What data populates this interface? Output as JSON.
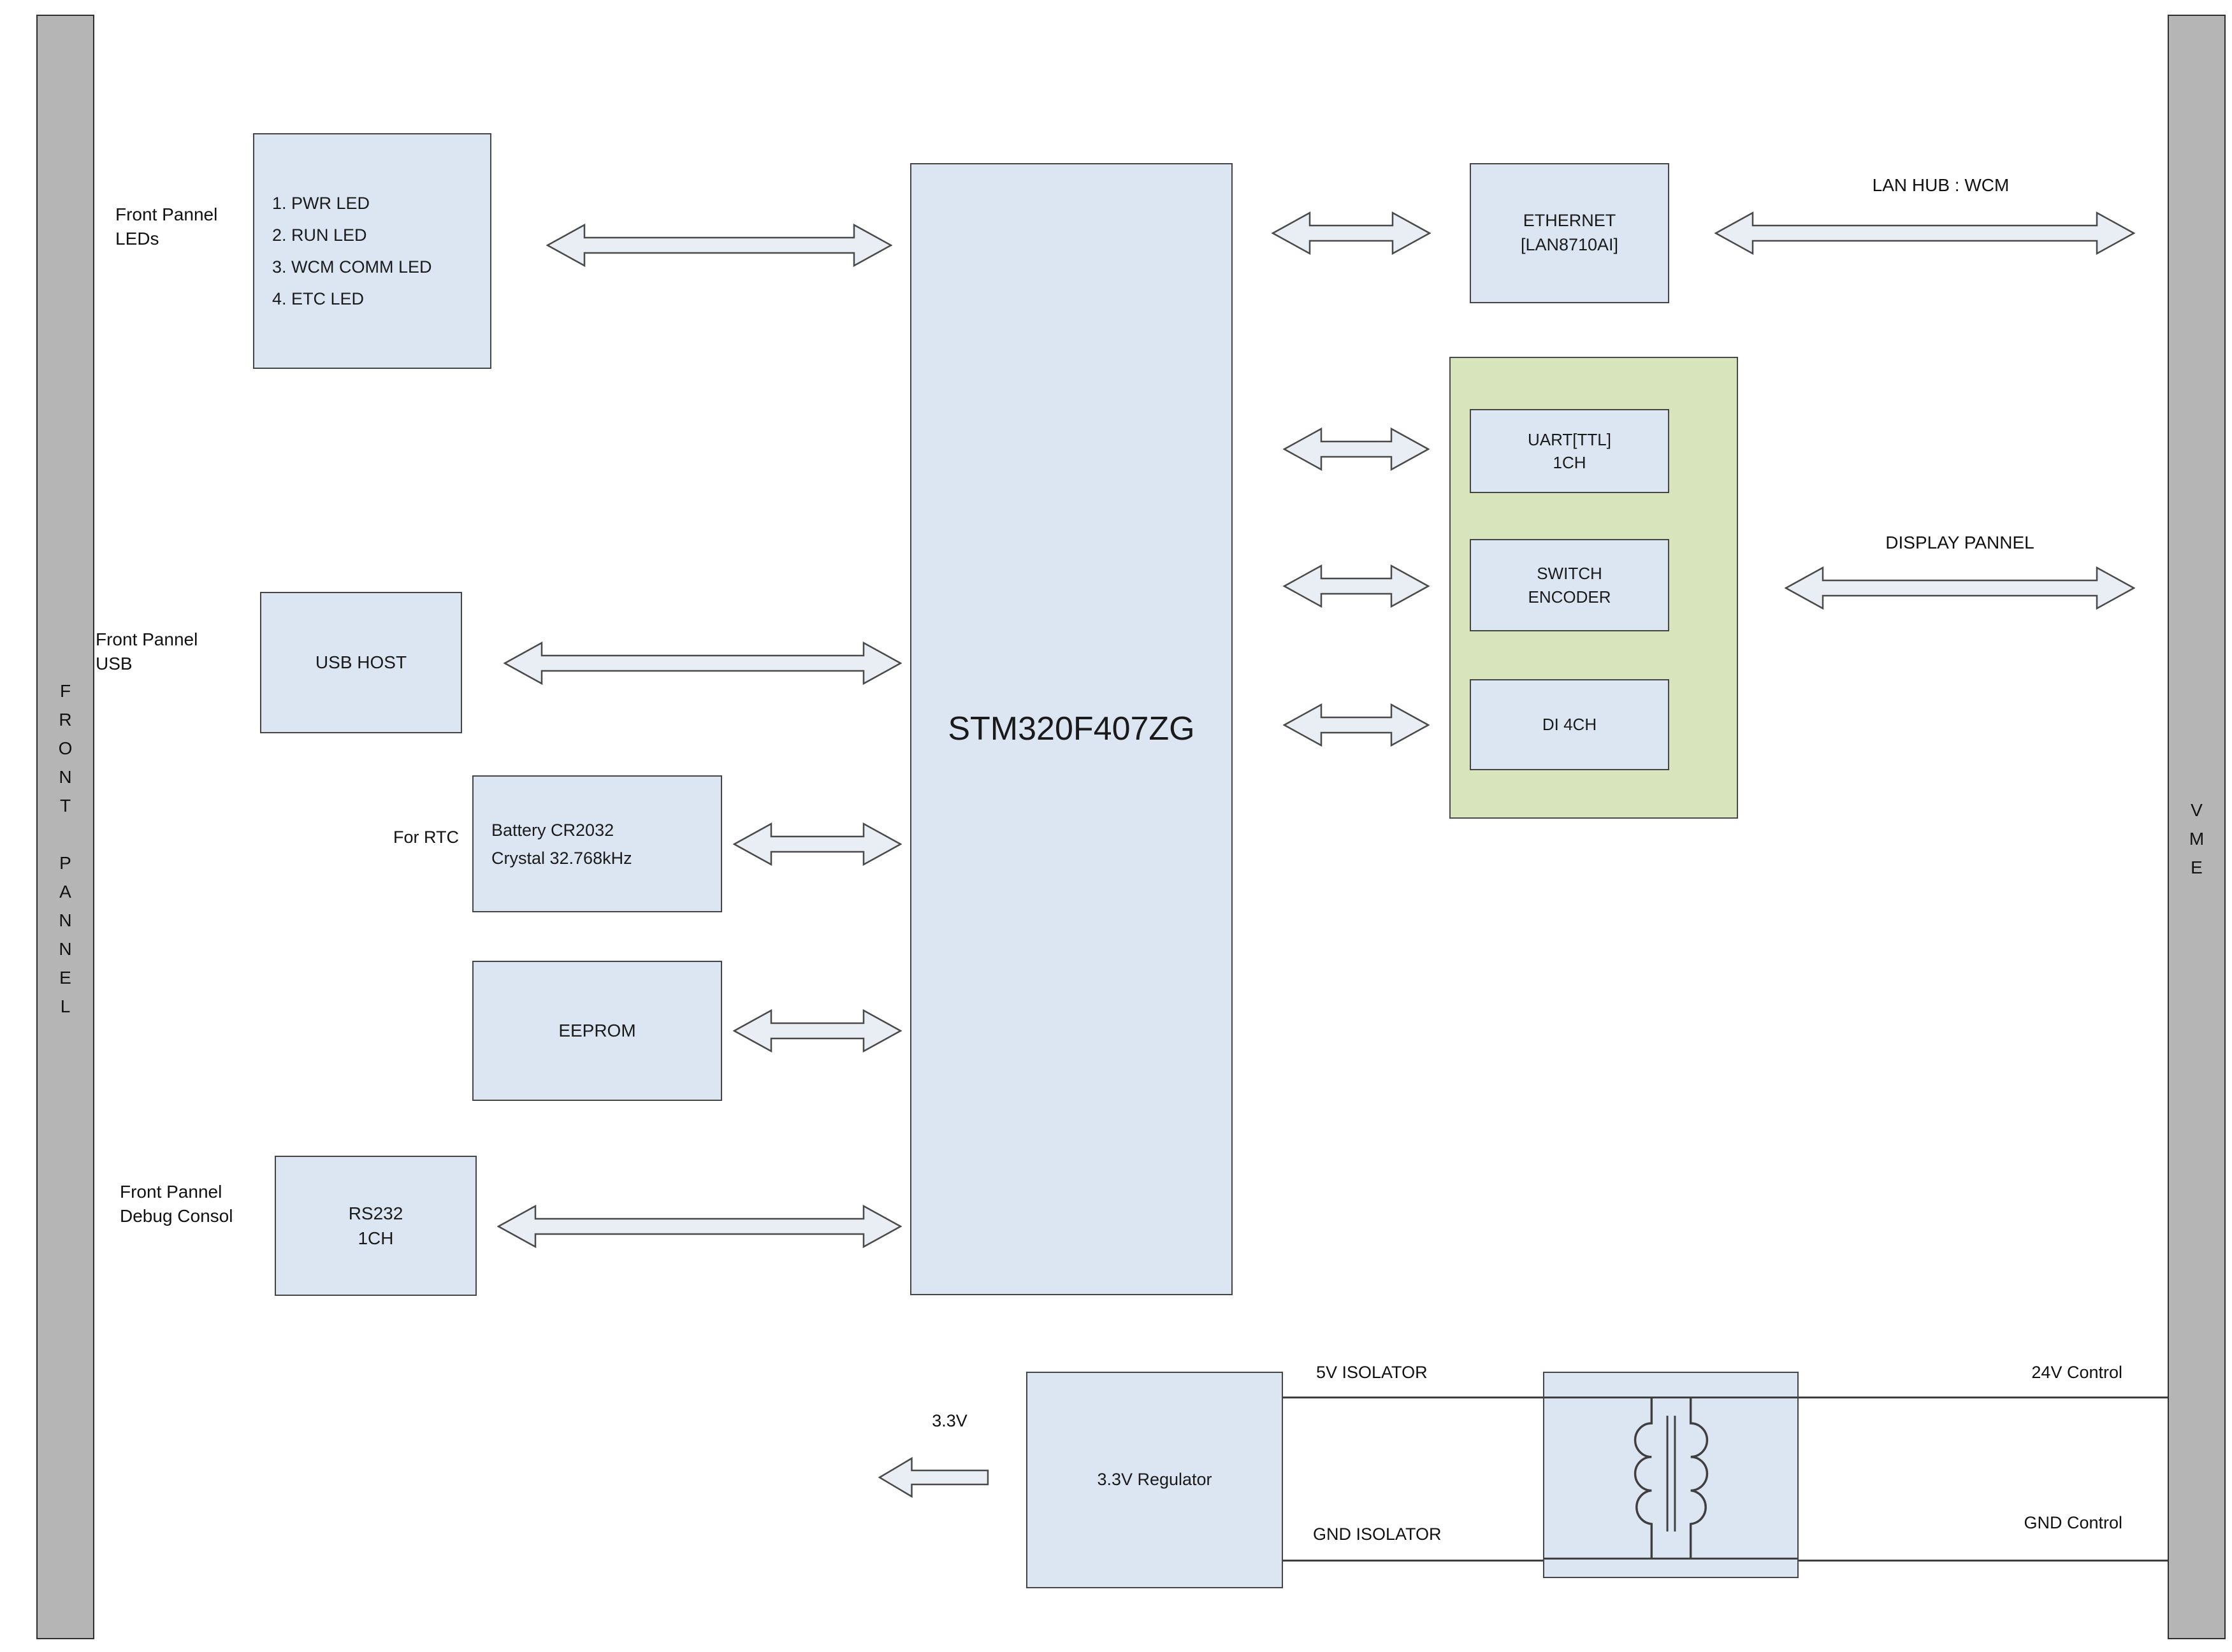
{
  "colors": {
    "box_fill": "#dce6f2",
    "green_fill": "#d7e4bc",
    "bar_fill": "#b5b5b5",
    "line": "#3f3f3f",
    "arrow_fill": "#e9eef5"
  },
  "front_panel_bar": {
    "text": "F\nR\nO\nN\nT\n\nP\nA\nN\nN\nE\nL"
  },
  "vme_bar": {
    "text": "V\nM\nE"
  },
  "boxes": {
    "leds": "1. PWR LED\n2. RUN LED\n3. WCM COMM LED\n4. ETC LED",
    "usb_host": "USB HOST",
    "battery": "Battery CR2032\nCrystal 32.768kHz",
    "eeprom": "EEPROM",
    "rs232": "RS232\n1CH",
    "mcu": "STM320F407ZG",
    "ethernet": "ETHERNET\n[LAN8710AI]",
    "uart": "UART[TTL]\n1CH",
    "switch_encoder": "SWITCH\nENCODER",
    "di": "DI 4CH",
    "regulator": "3.3V Regulator"
  },
  "labels": {
    "front_panel_leds": "Front Pannel\nLEDs",
    "front_panel_usb": "Front Pannel\nUSB",
    "for_rtc": "For RTC",
    "front_panel_debug": "Front Pannel\nDebug Consol",
    "lan_hub": "LAN HUB : WCM",
    "display_panel": "DISPLAY PANNEL",
    "v33": "3.3V",
    "isolator_5v": "5V ISOLATOR",
    "isolator_gnd": "GND ISOLATOR",
    "control_24v": "24V Control",
    "control_gnd": "GND Control"
  }
}
